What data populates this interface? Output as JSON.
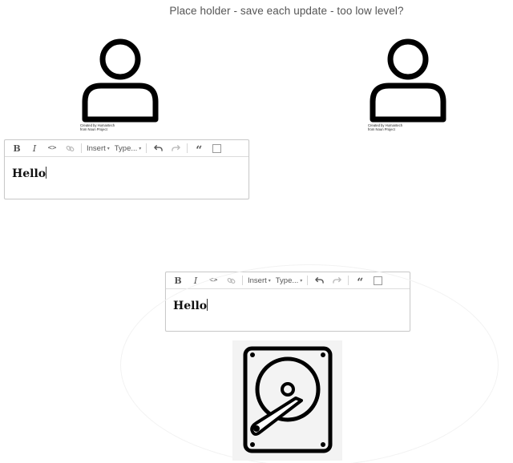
{
  "header": {
    "title": "Place holder - save each update - too low level?"
  },
  "users": [
    {
      "icon": "person-icon",
      "credit": "Created by Humantech\nfrom Noun Project"
    },
    {
      "icon": "person-icon",
      "credit": "Created by Humantech\nfrom Noun Project"
    }
  ],
  "toolbar": {
    "bold": "B",
    "italic": "I",
    "code": "<>",
    "link_icon": "link-icon",
    "insert_label": "Insert",
    "type_label": "Type...",
    "caret": "▾",
    "undo_icon": "undo-icon",
    "redo_icon": "redo-icon",
    "quote": "“"
  },
  "editors": [
    {
      "content": "Hello"
    },
    {
      "content": "Hello"
    }
  ],
  "disk": {
    "icon": "hard-drive-icon"
  }
}
